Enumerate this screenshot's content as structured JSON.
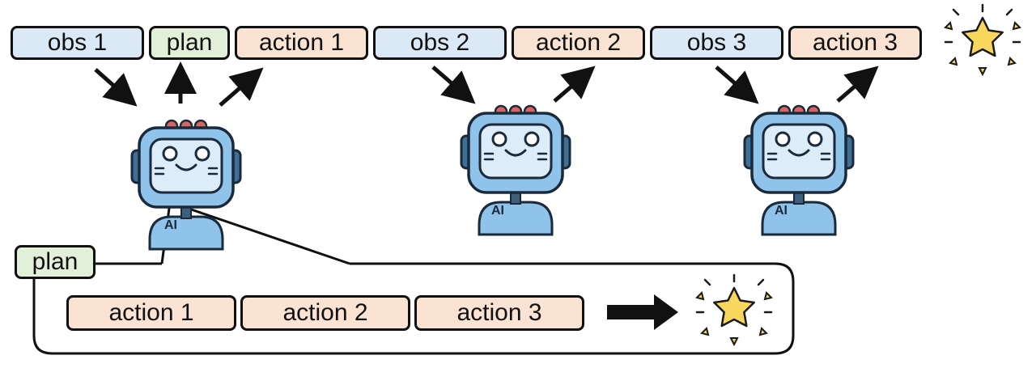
{
  "colors": {
    "obs_fill": "#dbe9f7",
    "plan_fill": "#e2efd9",
    "action_fill": "#fbe3d3",
    "robot_body": "#8fc3ea",
    "robot_screen": "#dcecf9",
    "robot_antenna": "#e0625d",
    "star_fill": "#f9d65c"
  },
  "top_row": {
    "obs1": "obs 1",
    "plan": "plan",
    "action1": "action 1",
    "obs2": "obs 2",
    "action2": "action 2",
    "obs3": "obs 3",
    "action3": "action 3"
  },
  "robots": {
    "badge": "AI"
  },
  "bottom": {
    "plan": "plan",
    "action1": "action 1",
    "action2": "action 2",
    "action3": "action 3"
  },
  "icons": {
    "top_star": "sparkle-star-icon",
    "bottom_star": "sparkle-star-icon",
    "robot": "robot-icon"
  }
}
